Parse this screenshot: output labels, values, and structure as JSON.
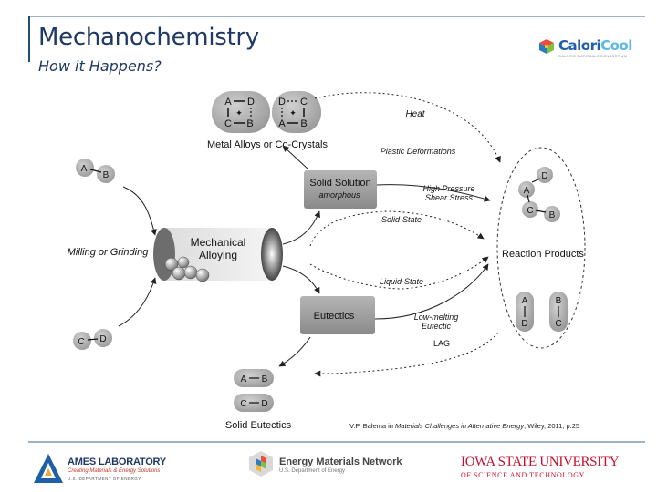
{
  "header": {
    "title": "Mechanochemistry",
    "subtitle": "How it Happens?"
  },
  "logos": {
    "caloricool_name_1": "Calori",
    "caloricool_name_2": "Cool",
    "caloricool_tagline": "CALORIC MATERIALS CONSORTIUM",
    "ames_name": "AMES LABORATORY",
    "ames_tagline": "Creating Materials & Energy Solutions",
    "ames_doe": "U.S. DEPARTMENT OF ENERGY",
    "emn_name": "Energy Materials Network",
    "emn_doe": "U.S. Department of Energy",
    "isu_name": "IOWA STATE UNIVERSITY",
    "isu_tagline": "OF SCIENCE AND TECHNOLOGY"
  },
  "diagram": {
    "metal_alloys_label": "Metal Alloys or Co-Crystals",
    "heat_label": "Heat",
    "plastic_deformations_label": "Plastic Deformations",
    "solid_solution_label": "Solid Solution",
    "amorphous_label": "amorphous",
    "high_pressure_label_1": "High Pressure",
    "high_pressure_label_2": "Shear Stress",
    "solid_state_label": "Solid-State",
    "milling_label": "Milling or Grinding",
    "mechanical_alloying_label_1": "Mechanical",
    "mechanical_alloying_label_2": "Alloying",
    "reaction_products_label": "Reaction Products",
    "liquid_state_label": "Liquid-State",
    "eutectics_label": "Eutectics",
    "low_melting_label_1": "Low-melting",
    "low_melting_label_2": "Eutectic",
    "lag_label": "LAG",
    "solid_eutectics_label": "Solid Eutectics",
    "atom_A": "A",
    "atom_B": "B",
    "atom_C": "C",
    "atom_D": "D"
  },
  "citation": {
    "prefix": "V.P. Balema in ",
    "title": "Materials Challenges in Alternative Energy",
    "suffix": ", Wiley, 2011, p.25"
  }
}
